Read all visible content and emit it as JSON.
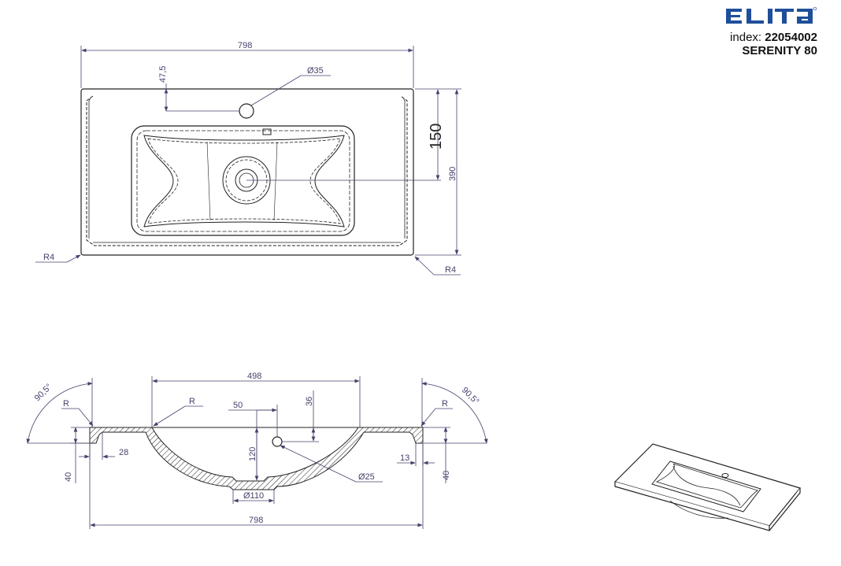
{
  "brand": {
    "logo_text": "ELITA",
    "index_label": "index:",
    "index_value": "22054002",
    "model": "SERENITY 80"
  },
  "top_view": {
    "width": "798",
    "faucet_offset": "47,5",
    "faucet_hole_diameter": "Ø35",
    "drain_offset": "150",
    "depth": "390",
    "radius_left": "R4",
    "radius_right": "R4"
  },
  "section_view": {
    "bowl_width": "498",
    "angle_left": "90,5°",
    "angle_right": "90,5°",
    "radius_left": "R",
    "radius_center": "R",
    "radius_right": "R",
    "overflow_offset": "50",
    "overflow_height": "36",
    "bowl_depth": "120",
    "overflow_diameter": "Ø25",
    "drain_diameter": "Ø110",
    "edge_left": "28",
    "edge_right": "13",
    "height_left": "40",
    "height_right": "40",
    "overall_width": "798"
  },
  "colors": {
    "dimension": "#4a3f6b",
    "outline": "#222222",
    "logo": "#1f4f9a"
  }
}
